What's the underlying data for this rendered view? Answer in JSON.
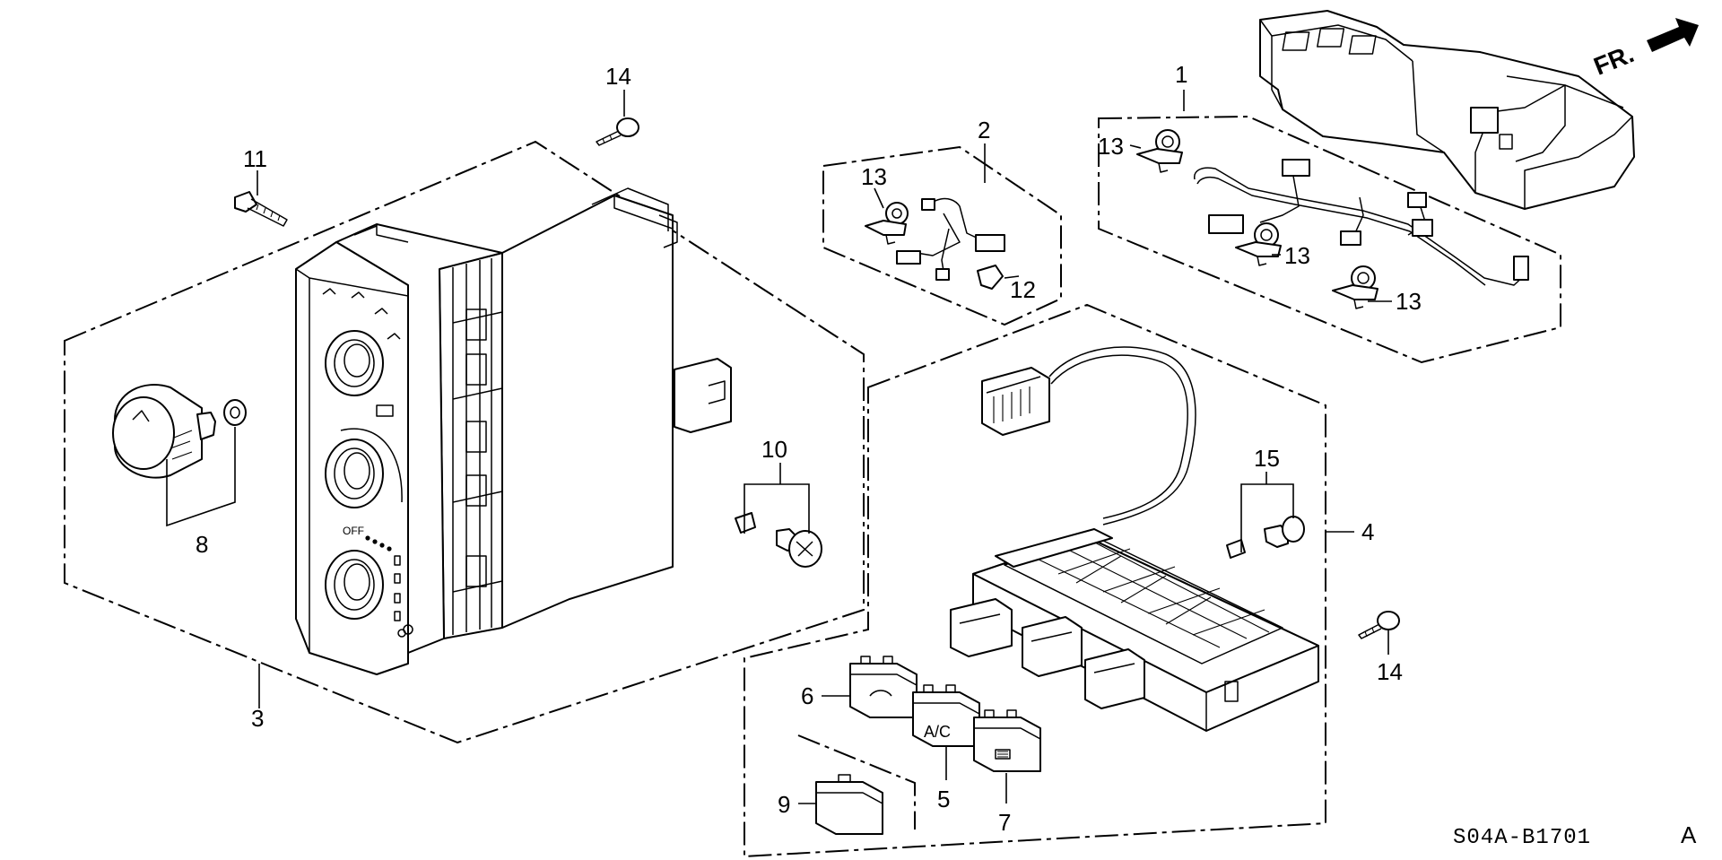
{
  "diagram": {
    "title": "",
    "drawing_code": "S04A-B1701",
    "drawing_suffix": "A",
    "direction_label": "FR.",
    "callouts": [
      {
        "id": "c1",
        "number": "1"
      },
      {
        "id": "c2",
        "number": "2"
      },
      {
        "id": "c3",
        "number": "3"
      },
      {
        "id": "c4",
        "number": "4"
      },
      {
        "id": "c5",
        "number": "5"
      },
      {
        "id": "c6",
        "number": "6"
      },
      {
        "id": "c7",
        "number": "7"
      },
      {
        "id": "c8",
        "number": "8"
      },
      {
        "id": "c9",
        "number": "9"
      },
      {
        "id": "c10",
        "number": "10"
      },
      {
        "id": "c11",
        "number": "11"
      },
      {
        "id": "c12",
        "number": "12"
      },
      {
        "id": "c13a",
        "number": "13"
      },
      {
        "id": "c13b",
        "number": "13"
      },
      {
        "id": "c13c",
        "number": "13"
      },
      {
        "id": "c13d",
        "number": "13"
      },
      {
        "id": "c14a",
        "number": "14"
      },
      {
        "id": "c14b",
        "number": "14"
      },
      {
        "id": "c15",
        "number": "15"
      }
    ],
    "panel_markings": {
      "off": "OFF",
      "ac_button": "A/C"
    }
  }
}
